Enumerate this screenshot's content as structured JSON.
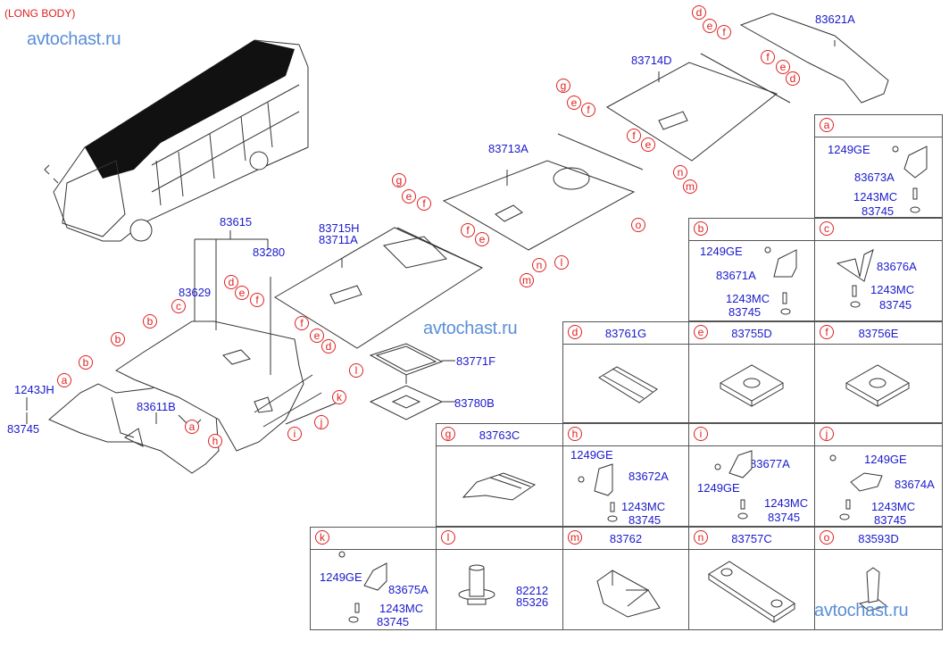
{
  "header": {
    "variant_label": "(LONG BODY)",
    "watermark": "avtochast.ru"
  },
  "diagram": {
    "main_labels": {
      "p83615": "83615",
      "p83280": "83280",
      "p83629": "83629",
      "p83611B": "83611B",
      "p1243JH": "1243JH",
      "p83745": "83745",
      "p83715H": "83715H",
      "p83711A": "83711A",
      "p83713A": "83713A",
      "p83714D": "83714D",
      "p83621A": "83621A",
      "p83771F": "83771F",
      "p83780B": "83780B"
    },
    "callouts": [
      "a",
      "b",
      "c",
      "d",
      "e",
      "f",
      "g",
      "h",
      "i",
      "j",
      "k",
      "l",
      "m",
      "n",
      "o"
    ]
  },
  "legend_cells": [
    {
      "key": "a",
      "title": "",
      "parts": [
        "1249GE",
        "83673A",
        "1243MC",
        "83745"
      ]
    },
    {
      "key": "b",
      "title": "",
      "parts": [
        "1249GE",
        "83671A",
        "1243MC",
        "83745"
      ]
    },
    {
      "key": "c",
      "title": "",
      "parts": [
        "83676A",
        "1243MC",
        "83745"
      ]
    },
    {
      "key": "d",
      "title": "83761G",
      "parts": []
    },
    {
      "key": "e",
      "title": "83755D",
      "parts": []
    },
    {
      "key": "f",
      "title": "83756E",
      "parts": []
    },
    {
      "key": "g",
      "title": "83763C",
      "parts": []
    },
    {
      "key": "h",
      "title": "",
      "parts": [
        "1249GE",
        "83672A",
        "1243MC",
        "83745"
      ]
    },
    {
      "key": "i",
      "title": "",
      "parts": [
        "83677A",
        "1249GE",
        "1243MC",
        "83745"
      ]
    },
    {
      "key": "j",
      "title": "",
      "parts": [
        "1249GE",
        "83674A",
        "1243MC",
        "83745"
      ]
    },
    {
      "key": "k",
      "title": "",
      "parts": [
        "1249GE",
        "83675A",
        "1243MC",
        "83745"
      ]
    },
    {
      "key": "l",
      "title": "",
      "parts": [
        "82212",
        "85326"
      ]
    },
    {
      "key": "m",
      "title": "83762",
      "parts": []
    },
    {
      "key": "n",
      "title": "83757C",
      "parts": []
    },
    {
      "key": "o",
      "title": "83593D",
      "parts": []
    }
  ],
  "colors": {
    "part_number": "#1a1acc",
    "callout": "#e02020",
    "watermark": "#5b8fd6",
    "lines": "#333333"
  }
}
